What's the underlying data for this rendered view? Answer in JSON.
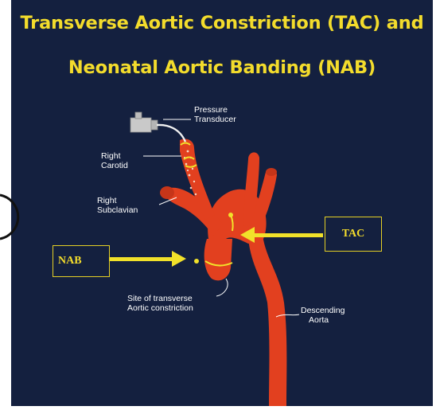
{
  "title": {
    "line1": "Transverse Aortic Constriction (TAC) and",
    "line2": "Neonatal Aortic Banding (NAB)"
  },
  "labels": {
    "pressure_transducer": [
      "Pressure",
      "Transducer"
    ],
    "right_carotid": [
      "Right",
      "Carotid"
    ],
    "right_subclavian": [
      "Right",
      "Subclavian"
    ],
    "site": [
      "Site of transverse",
      "Aortic constriction"
    ],
    "descending_aorta": [
      "Descending",
      "Aorta"
    ]
  },
  "boxes": {
    "tac": "TAC",
    "nab": "NAB"
  },
  "colors": {
    "background": "#14203f",
    "title": "#f3dc2c",
    "vessel": "#e2401f",
    "vessel_dark": "#a8260f",
    "arrow": "#f1e12a",
    "label": "#ffffff"
  }
}
